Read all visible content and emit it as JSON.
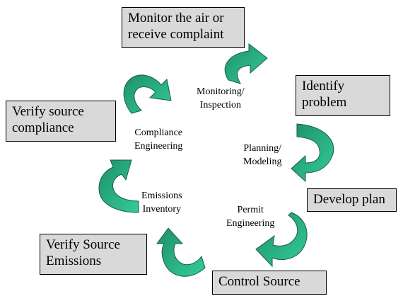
{
  "colors": {
    "box_fill": "#d9d9d9",
    "arrow_fill": "#33cc99",
    "arrow_dark": "#1f8f6a",
    "arrow_stroke": "#1a5e45"
  },
  "boxes": {
    "monitor": [
      "Monitor the air or",
      "receive complaint"
    ],
    "identify": [
      "Identify",
      "problem"
    ],
    "develop": [
      "Develop plan"
    ],
    "control": [
      "Control Source"
    ],
    "verify_emissions": [
      "Verify Source",
      "Emissions"
    ],
    "verify_compliance": [
      "Verify source",
      "compliance"
    ]
  },
  "stages": {
    "monitoring": [
      "Monitoring/",
      "Inspection"
    ],
    "planning": [
      "Planning/",
      "Modeling"
    ],
    "permit": [
      "Permit",
      "Engineering"
    ],
    "emissions": [
      "Emissions",
      "Inventory"
    ],
    "compliance": [
      "Compliance",
      "Engineering"
    ]
  },
  "arrows": [
    {
      "name": "arrow-top",
      "icon": "curved-arrow-icon"
    },
    {
      "name": "arrow-right-top",
      "icon": "curved-arrow-icon"
    },
    {
      "name": "arrow-right-bottom",
      "icon": "curved-arrow-icon"
    },
    {
      "name": "arrow-bottom",
      "icon": "curved-arrow-icon"
    },
    {
      "name": "arrow-left-bottom",
      "icon": "curved-arrow-icon"
    },
    {
      "name": "arrow-left-top",
      "icon": "curved-arrow-icon"
    }
  ]
}
